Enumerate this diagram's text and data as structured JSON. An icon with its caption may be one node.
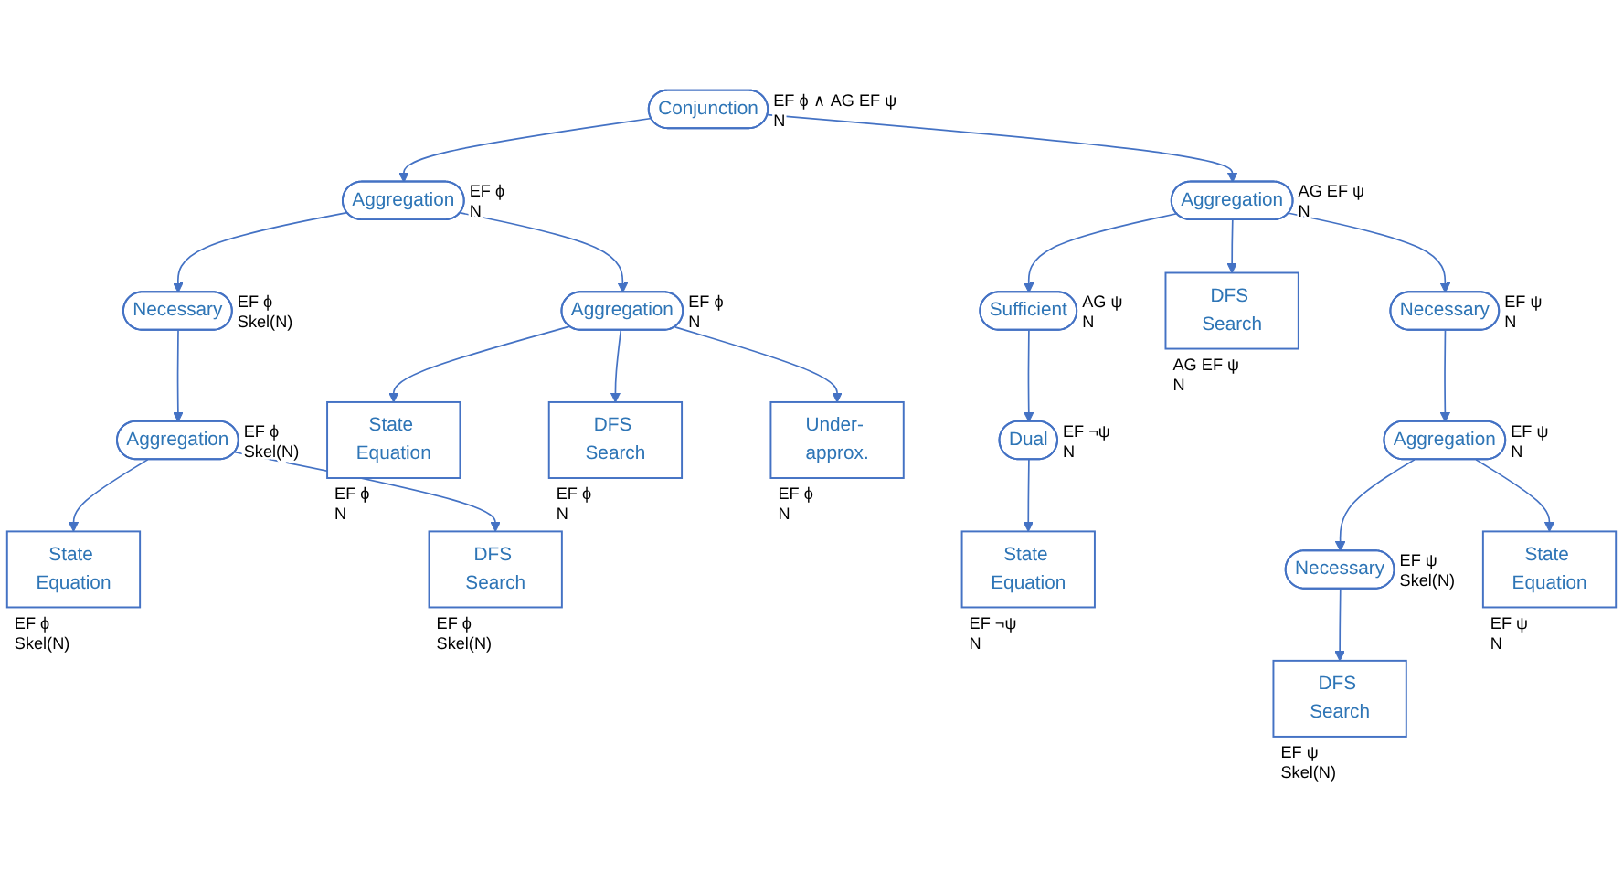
{
  "diagram": {
    "nodes": [
      {
        "text": [
          "Conjunction"
        ],
        "beside": [
          "EF ϕ ∧ AG EF ψ",
          "N"
        ]
      },
      {
        "text": [
          "Aggregation"
        ],
        "beside": [
          "EF ϕ",
          "N"
        ]
      },
      {
        "text": [
          "Aggregation"
        ],
        "beside": [
          "AG EF ψ",
          "N"
        ]
      },
      {
        "text": [
          "Necessary"
        ],
        "beside": [
          "EF ϕ",
          "Skel(N)"
        ]
      },
      {
        "text": [
          "Aggregation"
        ],
        "beside": [
          "EF ϕ",
          "N"
        ]
      },
      {
        "text": [
          "Sufficient"
        ],
        "beside": [
          "AG ψ",
          "N"
        ]
      },
      {
        "text": [
          "Necessary"
        ],
        "beside": [
          "EF ψ",
          "N"
        ]
      },
      {
        "text": [
          "Aggregation"
        ],
        "beside": [
          "EF ϕ",
          "Skel(N)"
        ]
      },
      {
        "text": [
          "Dual"
        ],
        "beside": [
          "EF ¬ψ",
          "N"
        ]
      },
      {
        "text": [
          "Aggregation"
        ],
        "beside": [
          "EF ψ",
          "N"
        ]
      },
      {
        "text": [
          "Necessary"
        ],
        "beside": [
          "EF ψ",
          "Skel(N)"
        ]
      },
      {
        "text": [
          "State Equation"
        ],
        "beside": [
          "EF ϕ",
          "Skel(N)"
        ]
      },
      {
        "text": [
          "DFS Search"
        ],
        "beside": [
          "EF ϕ",
          "Skel(N)"
        ]
      },
      {
        "text": [
          "State Equation"
        ],
        "beside": [
          "EF ϕ",
          "N"
        ]
      },
      {
        "text": [
          "DFS Search"
        ],
        "beside": [
          "EF ϕ",
          "N"
        ]
      },
      {
        "text": [
          "Under- approx."
        ],
        "beside": [
          "EF ϕ",
          "N"
        ]
      },
      {
        "text": [
          "State Equation"
        ],
        "beside": [
          "EF ¬ψ",
          "N"
        ]
      },
      {
        "text": [
          "DFS Search"
        ],
        "beside": [
          "AG EF ψ",
          "N"
        ]
      },
      {
        "text": [
          "DFS Search"
        ],
        "beside": [
          "EF ψ",
          "Skel(N)"
        ]
      },
      {
        "text": [
          "State Equation"
        ],
        "beside": [
          "EF ψ",
          "N"
        ]
      }
    ],
    "edges": [
      {
        "from": 0,
        "to": 1,
        "arrow": "to"
      },
      {
        "from": 0,
        "to": 2,
        "arrow": "to"
      },
      {
        "from": 1,
        "to": 3,
        "arrow": "to"
      },
      {
        "from": 1,
        "to": 4,
        "arrow": "to"
      },
      {
        "from": 2,
        "to": 5,
        "arrow": "to"
      },
      {
        "from": 2,
        "to": 17,
        "arrow": "to"
      },
      {
        "from": 2,
        "to": 6,
        "arrow": "to"
      },
      {
        "from": 3,
        "to": 7,
        "arrow": "to"
      },
      {
        "from": 7,
        "to": 11,
        "arrow": "to"
      },
      {
        "from": 7,
        "to": 12,
        "arrow": "to"
      },
      {
        "from": 4,
        "to": 13,
        "arrow": "to"
      },
      {
        "from": 4,
        "to": 14,
        "arrow": "to"
      },
      {
        "from": 4,
        "to": 15,
        "arrow": "to"
      },
      {
        "from": 5,
        "to": 8,
        "arrow": "to"
      },
      {
        "from": 8,
        "to": 16,
        "arrow": "to"
      },
      {
        "from": 6,
        "to": 9,
        "arrow": "to"
      },
      {
        "from": 9,
        "to": 10,
        "arrow": "to"
      },
      {
        "from": 9,
        "to": 19,
        "arrow": "to"
      },
      {
        "from": 10,
        "to": 18,
        "arrow": "to"
      }
    ]
  }
}
